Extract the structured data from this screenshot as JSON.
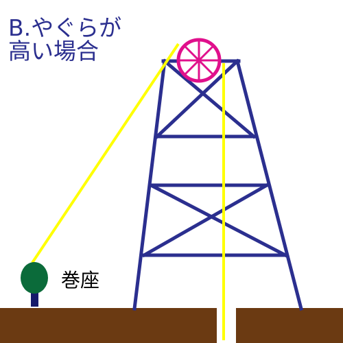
{
  "title": {
    "line1": "B.やぐらが",
    "line2": "高い場合"
  },
  "labels": {
    "winch": "巻座"
  },
  "colors": {
    "tower": "#2b2f8f",
    "rope": "#ffff00",
    "pulley": "#e0108c",
    "ground": "#6b3a12",
    "winch_top": "#0b6b3a",
    "winch_post": "#161a6b",
    "title_text": "#2b2f8f"
  }
}
